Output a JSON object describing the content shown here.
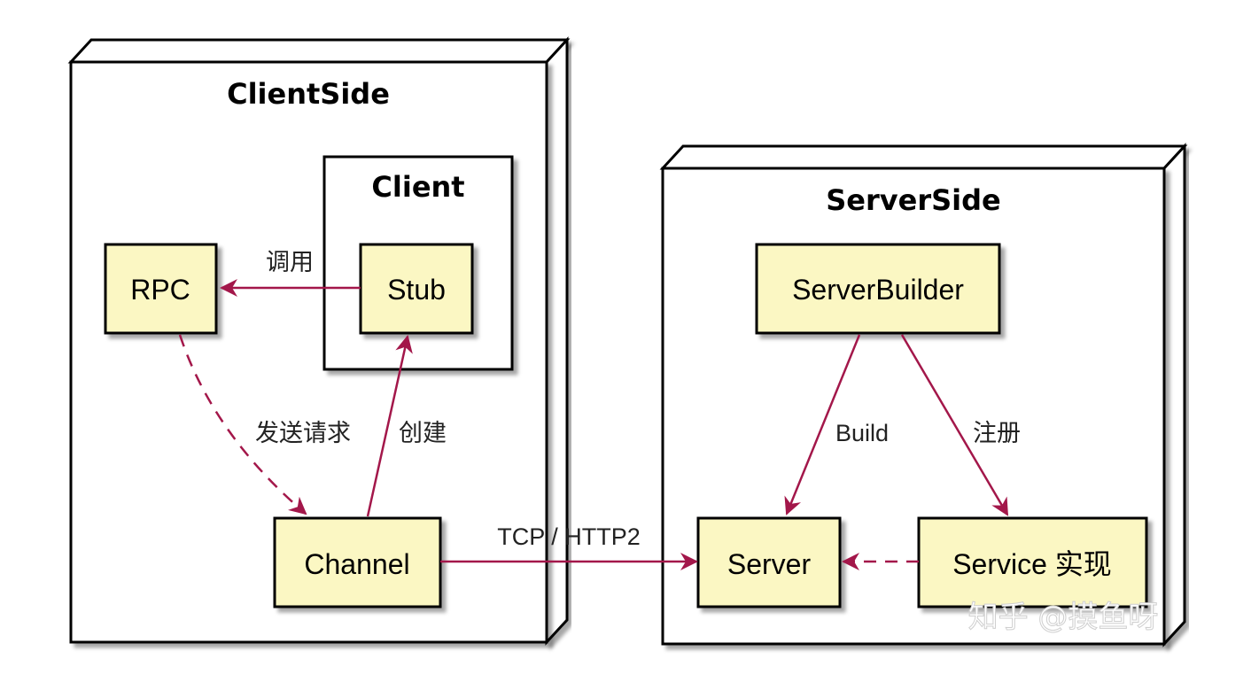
{
  "nodes": {
    "client_side": {
      "title": "ClientSide"
    },
    "server_side": {
      "title": "ServerSide"
    }
  },
  "frames": {
    "client": {
      "title": "Client"
    }
  },
  "components": {
    "rpc": "RPC",
    "stub": "Stub",
    "channel": "Channel",
    "server_builder": "ServerBuilder",
    "server": "Server",
    "service": "Service 实现"
  },
  "edges": {
    "stub_to_rpc": "调用",
    "rpc_to_channel": "发送请求",
    "channel_to_stub": "创建",
    "channel_to_server": "TCP / HTTP2",
    "builder_to_server": "Build",
    "builder_to_service": "注册"
  },
  "watermark": "知乎 @摸鱼呀",
  "colors": {
    "component_fill": "#fbf7c3",
    "arrow": "#a3174a",
    "border": "#000000"
  }
}
